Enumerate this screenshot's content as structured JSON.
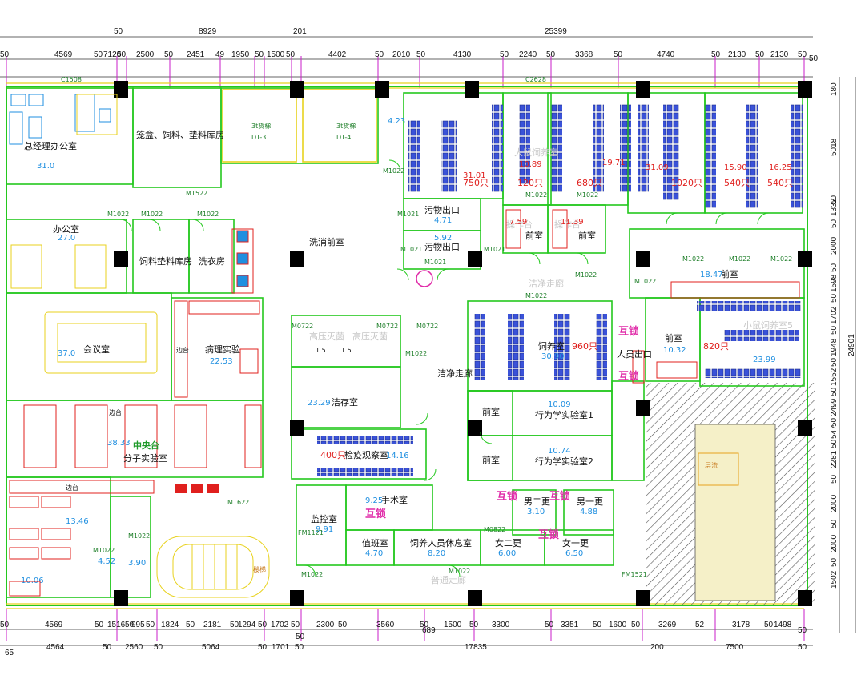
{
  "top_dims_row1": [
    "50",
    "8929",
    "201",
    "25399"
  ],
  "top_dims_row2": [
    "50",
    "4569",
    "50",
    "7120",
    "50",
    "2500",
    "50",
    "2451",
    "49",
    "1950",
    "50",
    "1500",
    "50",
    "4402",
    "50",
    "2010",
    "50",
    "4130",
    "50",
    "2240",
    "50",
    "3368",
    "50",
    "4740",
    "50",
    "2130",
    "50",
    "2130",
    "50",
    "50"
  ],
  "bottom_dims_row1": [
    "50",
    "4569",
    "50",
    "1516",
    "50",
    "995",
    "50",
    "1824",
    "50",
    "2181",
    "50",
    "1294",
    "50",
    "1702",
    "50",
    "2300",
    "50",
    "3560",
    "50",
    "1500",
    "50",
    "3300",
    "50",
    "3351",
    "50",
    "1600",
    "50",
    "3269",
    "52",
    "3178",
    "50",
    "1498",
    "50"
  ],
  "bottom_dims_row2": [
    "4564",
    "50",
    "2560",
    "50",
    "5064",
    "50",
    "1701",
    "50",
    "17835",
    "200",
    "7500",
    "50"
  ],
  "bottom_dims_misc": [
    "65",
    "689",
    "50"
  ],
  "right_dims": [
    "180",
    "5018",
    "50",
    "1332",
    "50",
    "2000",
    "50",
    "1598",
    "50",
    "1702",
    "50",
    "1948",
    "50",
    "1552",
    "50",
    "2499",
    "50",
    "547",
    "50",
    "2281",
    "50",
    "2000",
    "50",
    "2000",
    "50",
    "1502",
    "24901"
  ],
  "rooms": {
    "gm_office": "总经理办公室",
    "gm_office_area": "31.0",
    "cage_store": "笼盒、饲料、垫料库房",
    "lift3": "3t货梯",
    "lift3_code": "DT-3",
    "lift4": "3t货梯",
    "lift4_code": "DT-4",
    "office": "办公室",
    "office_area": "27.0",
    "feed_store": "饲料垫料库房",
    "laundry": "洗衣房",
    "wash_ante": "洗消前室",
    "meeting": "会议室",
    "meeting_area": "37.0",
    "pathology": "病理实验",
    "pathology_area": "22.53",
    "molecular": "分子实验室",
    "molecular_area": "38.33",
    "center_bench": "中央台",
    "side_bench": "边台",
    "side_bench2": "边台",
    "side_bench3": "边台",
    "clean_store": "洁存室",
    "clean_store_area": "23.29",
    "quarantine": "检疫观察室",
    "quarantine_area": "14.16",
    "quarantine_cap": "400只",
    "surgery": "手术室",
    "surgery_area": "9.25",
    "monitor": "监控室",
    "monitor_area": "9.91",
    "duty": "值班室",
    "duty_area": "4.70",
    "staff_rest": "饲养人员休息室",
    "staff_rest_area": "8.20",
    "female_change2": "女二更",
    "female_change2_area": "6.00",
    "female_change1": "女一更",
    "female_change1_area": "6.50",
    "male_change2": "男二更",
    "male_change2_area": "3.10",
    "male_change1": "男一更",
    "male_change1_area": "4.88",
    "behavior1": "行为学实验室1",
    "behavior1_area": "10.09",
    "behavior2": "行为学实验室2",
    "behavior2_area": "10.74",
    "ante1": "前室",
    "ante2": "前室",
    "ante3": "前室",
    "ante4": "前室",
    "ante5": "前室",
    "ante6": "前室",
    "ante5_area": "10.32",
    "ante6_area": "18.47",
    "clean_corridor": "洁净走廊",
    "clean_corridor2": "洁净走廊",
    "normal_corridor": "普通走廊",
    "waste_exit1": "污物出口",
    "waste_exit1_area": "4.71",
    "waste_exit2": "污物出口",
    "waste_exit2_area": "5.92",
    "rat_room1_area": "31.01",
    "rat_room1_cap": "750只",
    "rat_room2": "大鼠饲养室",
    "rat_room2_area": "10.89",
    "rat_room2_cap": "120只",
    "rat_room3_area": "19.71",
    "rat_room3_cap": "680只",
    "mouse_room_area": "31.09",
    "mouse_room_cap": "1020只",
    "mouse_room2_area": "15.90",
    "mouse_room2_cap": "540只",
    "mouse_room3_area": "16.25",
    "mouse_room3_cap": "540只",
    "room_mid": "饲养室",
    "room_mid_area": "30.90",
    "room_mid_cap": "960只",
    "mouse_room5": "小鼠饲养室5",
    "mouse_room5_area": "23.99",
    "mouse_room5_cap": "820只",
    "op_bench": "操作台",
    "op_bench2": "操作台",
    "op_bench_area1": "7.59",
    "op_bench_area2": "11.39",
    "staff_exit": "人员出口",
    "small_room1_area": "13.46",
    "small_room2_area": "10.06",
    "small_room3_area": "4.52",
    "small_room4_area": "3.90",
    "m_area": "4.23",
    "interlock": "互锁",
    "interlock2": "互锁",
    "interlock3": "互锁",
    "interlock4": "互锁",
    "interlock5": "互锁",
    "interlock6": "互锁",
    "pass_box1": "1.5",
    "pass_box2": "1.5",
    "autoclave_label": "高压灭菌",
    "autoclave_label2": "高压灭菌",
    "hatch_label": "层流",
    "stair": "楼梯"
  },
  "doors": [
    "M1022",
    "M1022",
    "M1022",
    "M1022",
    "M1022",
    "M1022",
    "M1022",
    "M1022",
    "M1022",
    "M1022",
    "M1022",
    "M1022",
    "M1022",
    "M1022",
    "M1022",
    "M1022",
    "M1021",
    "M1021",
    "M1021",
    "M1021",
    "M1522",
    "M1622",
    "M0722",
    "M0722",
    "M0722",
    "FM1121",
    "M0822",
    "M1022",
    "FM1521",
    "C1508",
    "C2628"
  ],
  "colors": {
    "wall": "#24c81e",
    "dim": "#c81ec8",
    "dimline": "#333333",
    "column": "#000000",
    "cage": "#2a3cc8",
    "red": "#e0201e",
    "blue_text": "#1f8fe0",
    "yellow": "#e8d21e",
    "magenta": "#e02aa8"
  }
}
